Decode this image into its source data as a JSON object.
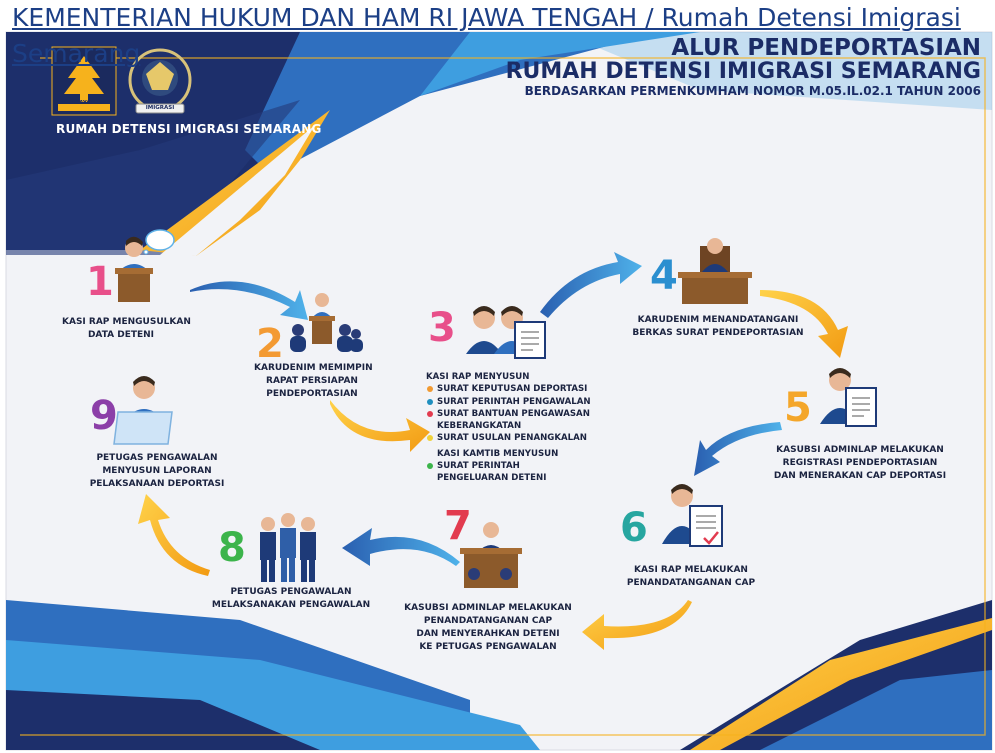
{
  "page_link": {
    "line1": "KEMENTERIAN HUKUM DAN HAM RI JAWA TENGAH / Rumah Detensi Imigrasi",
    "line2": "Semarang"
  },
  "header": {
    "title1": "ALUR PENDEPORTASIAN",
    "title2": "RUMAH DETENSI IMIGRASI SEMARANG",
    "title3": "BERDASARKAN PERMENKUMHAM NOMOR M.05.IL.02.1 TAHUN 2006"
  },
  "logos": {
    "left_logo_text": "PENGAYOMAN",
    "right_logo_text": "IMIGRASI"
  },
  "org_name": "RUMAH DETENSI IMIGRASI SEMARANG",
  "steps": [
    {
      "number": "1",
      "lines": [
        "KASI RAP MENGUSULKAN",
        "DATA DETENI"
      ],
      "color": "#e84f8a"
    },
    {
      "number": "2",
      "lines": [
        "KARUDENIM MEMIMPIN",
        "RAPAT PERSIAPAN",
        "PENDEPORTASIAN"
      ],
      "color": "#f39a33"
    },
    {
      "number": "3",
      "intro": "KASI RAP MENYUSUN",
      "color": "#e84f8a",
      "items": [
        {
          "text": "SURAT KEPUTUSAN DEPORTASI",
          "bullet": "#f19a32"
        },
        {
          "text": "SURAT PERINTAH PENGAWALAN",
          "bullet": "#1f8fbf"
        },
        {
          "text": "SURAT BANTUAN PENGAWASAN",
          "bullet": "#e23b4f"
        },
        {
          "text": "KEBERANGKATAN",
          "bullet": ""
        },
        {
          "text": "SURAT USULAN PENANGKALAN",
          "bullet": "#f0d23a"
        }
      ],
      "intro2": "KASI KAMTIB MENYUSUN",
      "items2": [
        {
          "text": "SURAT PERINTAH",
          "bullet": "#3cb44b"
        },
        {
          "text": "PENGELUARAN DETENI",
          "bullet": ""
        }
      ]
    },
    {
      "number": "4",
      "lines": [
        "KARUDENIM MENANDATANGANI",
        "BERKAS SURAT PENDEPORTASIAN"
      ],
      "color": "#2b8fd0"
    },
    {
      "number": "5",
      "lines": [
        "KASUBSI ADMINLAP MELAKUKAN",
        "REGISTRASI PENDEPORTASIAN",
        "DAN MENERAKAN CAP DEPORTASI"
      ],
      "color": "#f4a62a"
    },
    {
      "number": "6",
      "lines": [
        "KASI RAP MELAKUKAN",
        "PENANDATANGANAN CAP"
      ],
      "color": "#27a6a0"
    },
    {
      "number": "7",
      "lines": [
        "KASUBSI ADMINLAP MELAKUKAN",
        "PENANDATANGANAN CAP",
        "DAN MENYERAHKAN DETENI",
        "KE PETUGAS PENGAWALAN"
      ],
      "color": "#e23b4f"
    },
    {
      "number": "8",
      "lines": [
        "PETUGAS PENGAWALAN",
        "MELAKSANAKAN PENGAWALAN"
      ],
      "color": "#3cb44b"
    },
    {
      "number": "9",
      "lines": [
        "PETUGAS PENGAWALAN",
        "MENYUSUN LAPORAN",
        "PELAKSANAAN DEPORTASI"
      ],
      "color": "#8c3fa8"
    }
  ],
  "colors": {
    "navy": "#1c2f6e",
    "blue": "#2f6fbf",
    "sky": "#3e9ee0",
    "gold": "#f6b21c",
    "paper": "#f3f3f6"
  },
  "icons": [
    "speech-bubble-icon",
    "document-icon",
    "checkmark-icon",
    "arrow-icon",
    "person-icon",
    "podium-icon",
    "desk-icon"
  ]
}
